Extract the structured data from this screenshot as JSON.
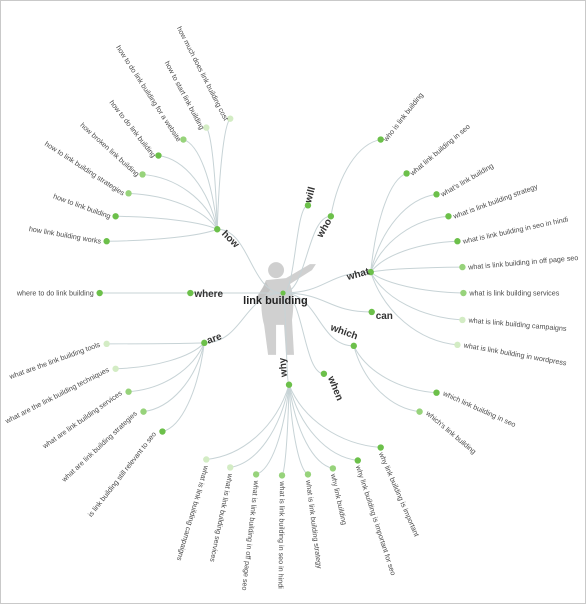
{
  "center": {
    "label": "link building"
  },
  "colors": {
    "node_dark": "#6cc04a",
    "node_mid": "#97d37b",
    "node_light": "#d3ecc4",
    "link": "#c7d3d6",
    "figure": "#c9c9c9"
  },
  "branches": [
    {
      "id": "how",
      "label": "how",
      "leaves": [
        "how much does link building cost",
        "how to start link building",
        "how to do link building for a website",
        "how to do link building",
        "how broken link building",
        "how to link building strategies",
        "how to link building",
        "how link building works"
      ]
    },
    {
      "id": "will",
      "label": "will",
      "leaves": []
    },
    {
      "id": "who",
      "label": "who",
      "leaves": [
        "who is link building"
      ]
    },
    {
      "id": "what",
      "label": "what",
      "leaves": [
        "what link building in seo",
        "what's link building",
        "what is link building strategy",
        "what is link building in seo in hindi",
        "what is link building in off page seo",
        "what is link building services",
        "what is link building campaigns",
        "what is link building in wordpress"
      ]
    },
    {
      "id": "can",
      "label": "can",
      "leaves": []
    },
    {
      "id": "which",
      "label": "which",
      "leaves": [
        "which link building in seo",
        "which's link building"
      ]
    },
    {
      "id": "when",
      "label": "when",
      "leaves": []
    },
    {
      "id": "why",
      "label": "why",
      "leaves": [
        "what is link building campaigns",
        "what is link building services",
        "what is link building in off page seo",
        "what is link building in seo in hindi",
        "what is link building strategy",
        "why link building",
        "why link building is important for seo",
        "why link building is important"
      ]
    },
    {
      "id": "are",
      "label": "are",
      "leaves": [
        "what are the link building tools",
        "what are the link building techniques",
        "what are link building services",
        "what are link building strategies",
        "is link building still relevant to seo"
      ]
    },
    {
      "id": "where",
      "label": "where",
      "leaves": [
        "where to do link building"
      ]
    }
  ]
}
